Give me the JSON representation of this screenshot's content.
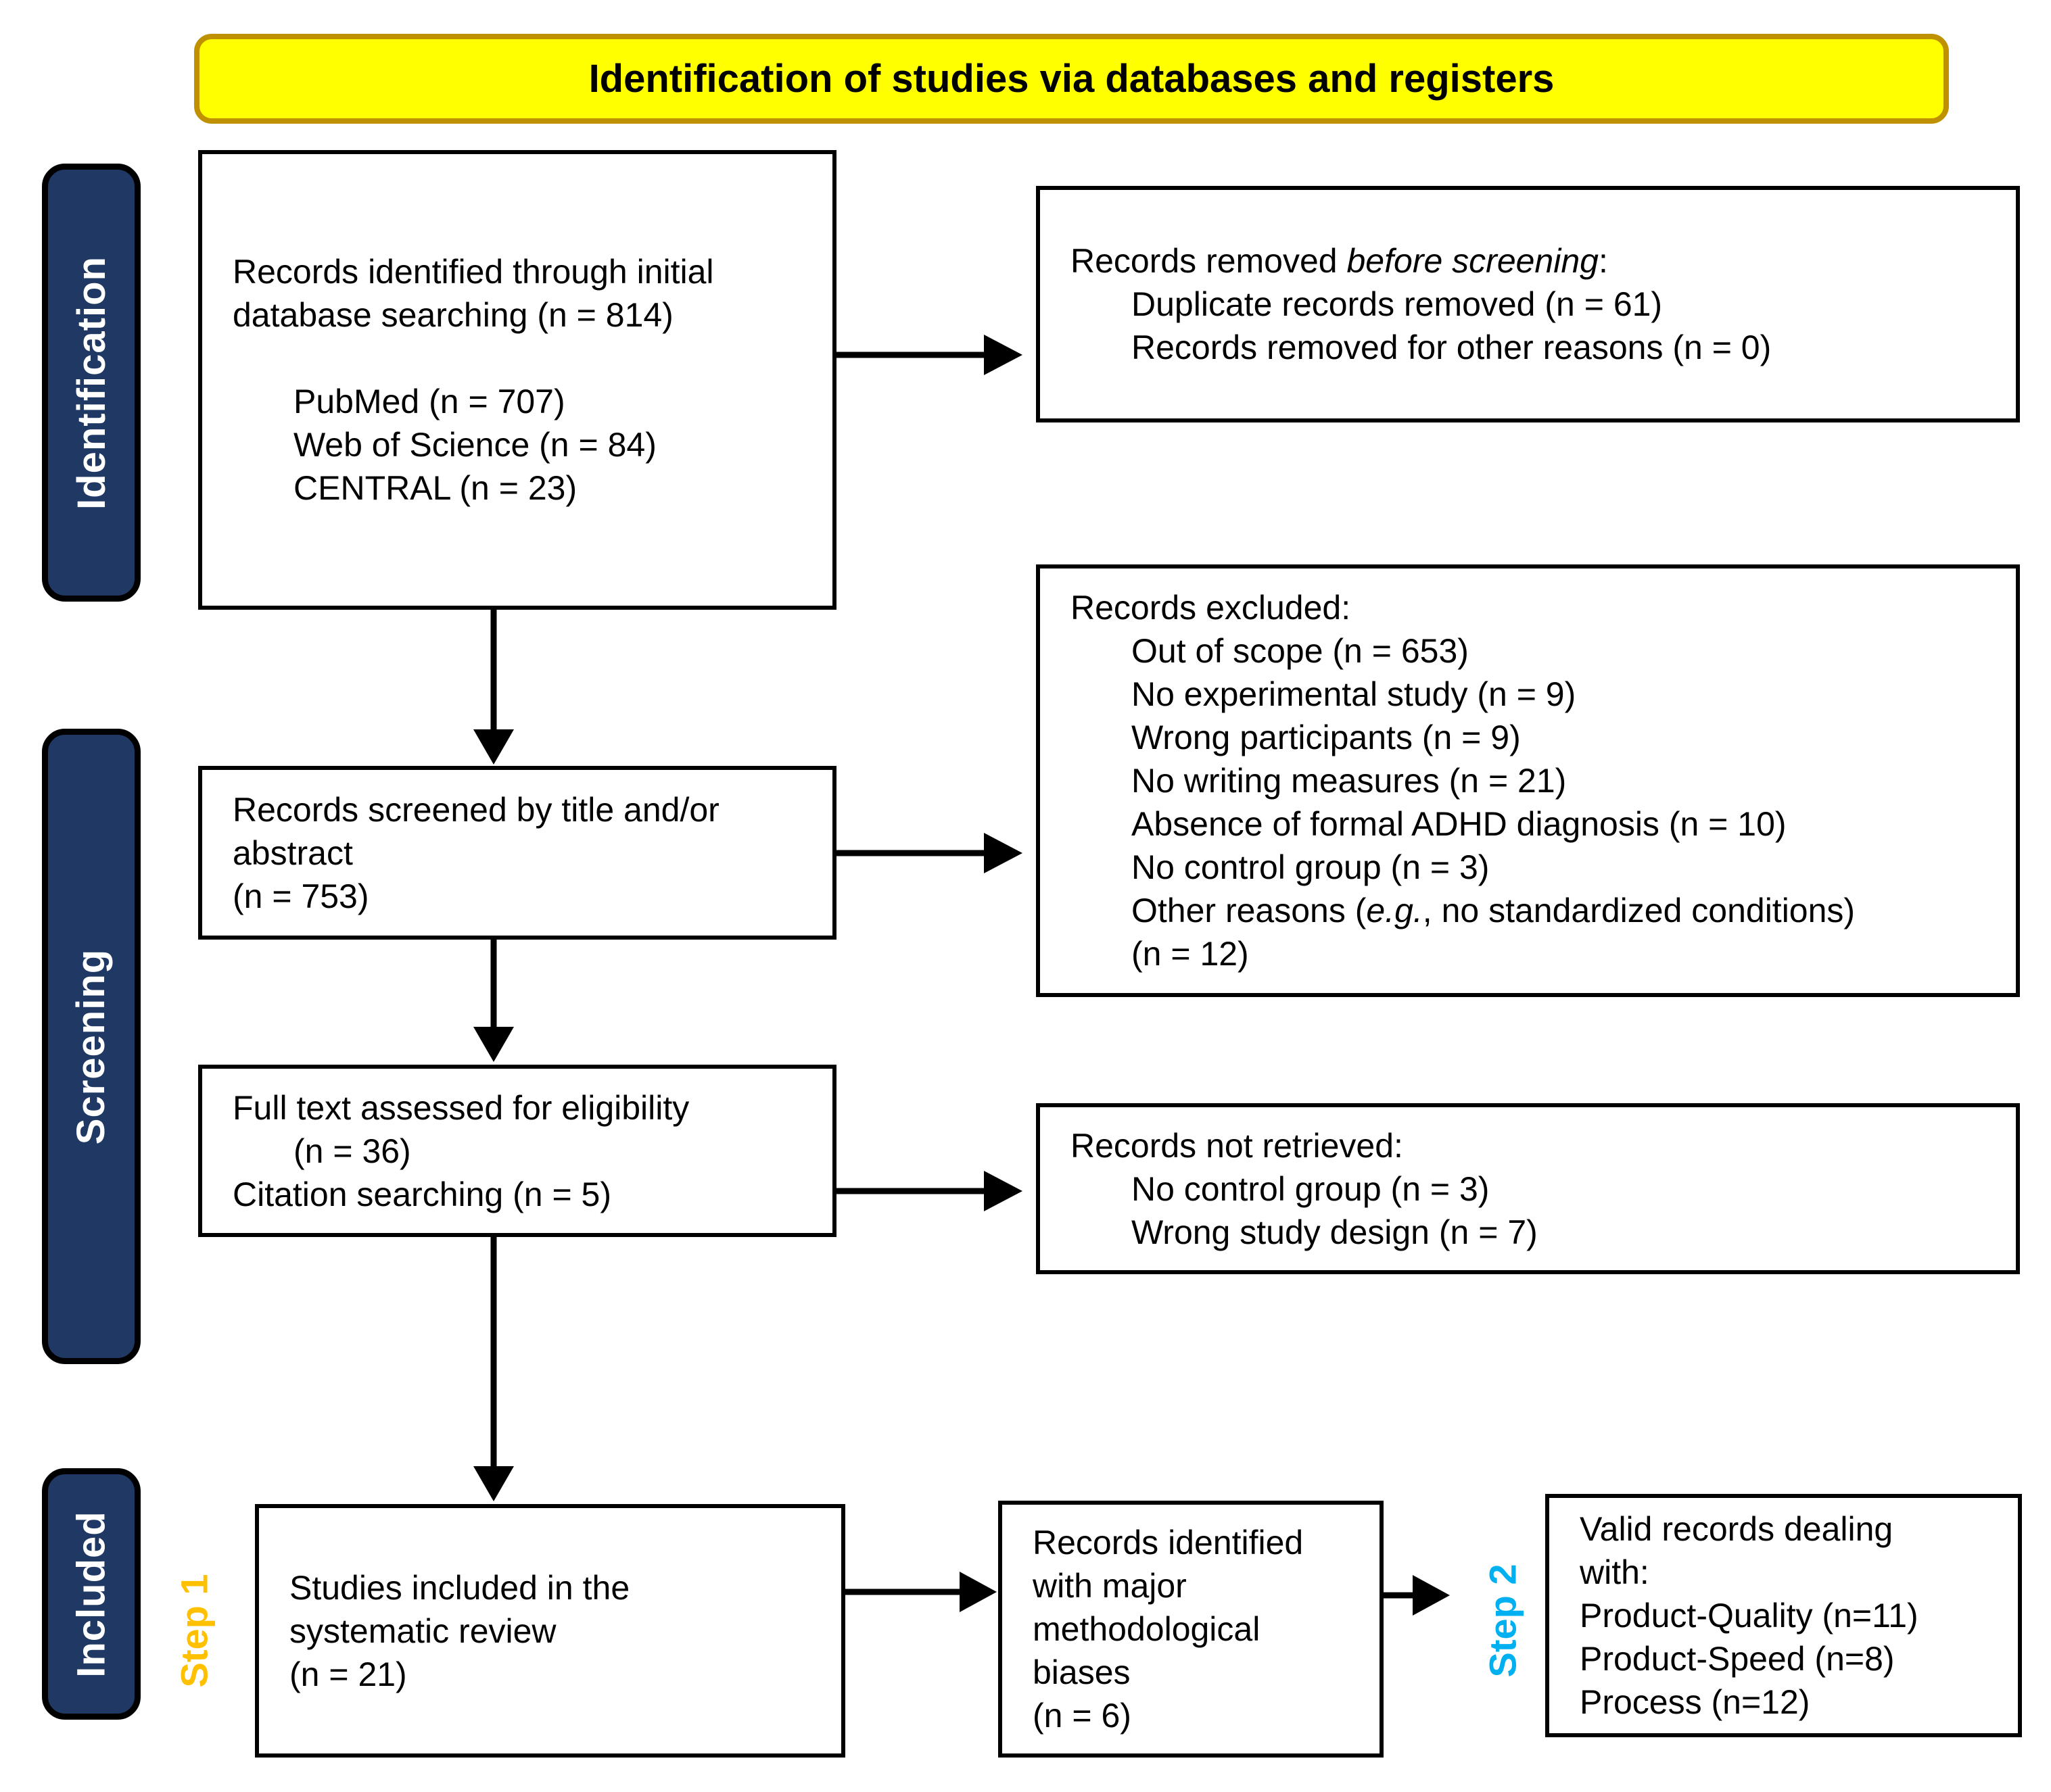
{
  "banner": {
    "label": "Identification of studies via databases and registers"
  },
  "stage_labels": [
    {
      "id": "identification",
      "label": "Identification"
    },
    {
      "id": "screening",
      "label": "Screening"
    },
    {
      "id": "included",
      "label": "Included"
    }
  ],
  "step_labels": [
    {
      "id": "step-1",
      "label": "Step 1"
    },
    {
      "id": "step-2",
      "label": "Step 2"
    }
  ],
  "colors": {
    "banner_fill": "#FFFF00",
    "banner_border": "#BF9000",
    "stage_fill": "#1F3864",
    "step1_text": "#FFC000",
    "step2_text": "#00B0F0",
    "box_border": "#000000"
  },
  "boxes": {
    "records_identified": {
      "lines": [
        {
          "indent": 0,
          "segments": [
            {
              "text": "Records identified through initial"
            }
          ]
        },
        {
          "indent": 0,
          "segments": [
            {
              "text": "database searching (n = 814)"
            }
          ]
        },
        {
          "indent": 0,
          "segments": [
            {
              "text": ""
            }
          ]
        },
        {
          "indent": 1,
          "segments": [
            {
              "text": "PubMed (n = 707)"
            }
          ]
        },
        {
          "indent": 1,
          "segments": [
            {
              "text": "Web of Science (n = 84)"
            }
          ]
        },
        {
          "indent": 1,
          "segments": [
            {
              "text": "CENTRAL (n = 23)"
            }
          ]
        }
      ]
    },
    "removed_before_screening": {
      "lines": [
        {
          "indent": 0,
          "segments": [
            {
              "text": "Records removed "
            },
            {
              "text": "before screening",
              "italic": true
            },
            {
              "text": ":"
            }
          ]
        },
        {
          "indent": 1,
          "segments": [
            {
              "text": "Duplicate records removed (n = 61)"
            }
          ]
        },
        {
          "indent": 1,
          "segments": [
            {
              "text": "Records removed for other reasons (n = 0)"
            }
          ]
        }
      ]
    },
    "records_screened": {
      "lines": [
        {
          "indent": 0,
          "segments": [
            {
              "text": "Records screened by title and/or"
            }
          ]
        },
        {
          "indent": 0,
          "segments": [
            {
              "text": "abstract"
            }
          ]
        },
        {
          "indent": 0,
          "segments": [
            {
              "text": "(n = 753)"
            }
          ]
        }
      ]
    },
    "records_excluded": {
      "lines": [
        {
          "indent": 0,
          "segments": [
            {
              "text": "Records excluded:"
            }
          ]
        },
        {
          "indent": 1,
          "segments": [
            {
              "text": "Out of scope (n = 653)"
            }
          ]
        },
        {
          "indent": 1,
          "segments": [
            {
              "text": "No experimental study (n = 9)"
            }
          ]
        },
        {
          "indent": 1,
          "segments": [
            {
              "text": "Wrong participants (n = 9)"
            }
          ]
        },
        {
          "indent": 1,
          "segments": [
            {
              "text": "No writing measures (n = 21)"
            }
          ]
        },
        {
          "indent": 1,
          "segments": [
            {
              "text": "Absence of formal ADHD diagnosis (n = 10)"
            }
          ]
        },
        {
          "indent": 1,
          "segments": [
            {
              "text": "No control group (n = 3)"
            }
          ]
        },
        {
          "indent": 1,
          "segments": [
            {
              "text": "Other reasons ("
            },
            {
              "text": "e.g.",
              "italic": true
            },
            {
              "text": ", no standardized conditions)"
            }
          ]
        },
        {
          "indent": 1,
          "segments": [
            {
              "text": "(n = 12)"
            }
          ]
        }
      ]
    },
    "full_text": {
      "lines": [
        {
          "indent": 0,
          "segments": [
            {
              "text": "Full text assessed for eligibility"
            }
          ]
        },
        {
          "indent": 1,
          "segments": [
            {
              "text": "(n = 36)"
            }
          ]
        },
        {
          "indent": 0,
          "segments": [
            {
              "text": "Citation searching (n = 5)"
            }
          ]
        }
      ]
    },
    "records_not_retrieved": {
      "lines": [
        {
          "indent": 0,
          "segments": [
            {
              "text": "Records not retrieved:"
            }
          ]
        },
        {
          "indent": 1,
          "segments": [
            {
              "text": "No control group (n = 3)"
            }
          ]
        },
        {
          "indent": 1,
          "segments": [
            {
              "text": "Wrong study design (n = 7)"
            }
          ]
        }
      ]
    },
    "studies_included": {
      "lines": [
        {
          "indent": 0,
          "segments": [
            {
              "text": "Studies included in the"
            }
          ]
        },
        {
          "indent": 0,
          "segments": [
            {
              "text": "systematic review"
            }
          ]
        },
        {
          "indent": 0,
          "segments": [
            {
              "text": "(n = 21)"
            }
          ]
        }
      ]
    },
    "major_biases": {
      "lines": [
        {
          "indent": 0,
          "segments": [
            {
              "text": "Records identified"
            }
          ]
        },
        {
          "indent": 0,
          "segments": [
            {
              "text": "with major"
            }
          ]
        },
        {
          "indent": 0,
          "segments": [
            {
              "text": "methodological"
            }
          ]
        },
        {
          "indent": 0,
          "segments": [
            {
              "text": "biases"
            }
          ]
        },
        {
          "indent": 0,
          "segments": [
            {
              "text": "(n = 6)"
            }
          ]
        }
      ]
    },
    "valid_records": {
      "lines": [
        {
          "indent": 0,
          "segments": [
            {
              "text": "Valid records dealing"
            }
          ]
        },
        {
          "indent": 0,
          "segments": [
            {
              "text": "with:"
            }
          ]
        },
        {
          "indent": 0,
          "segments": [
            {
              "text": "Product-Quality (n=11)"
            }
          ]
        },
        {
          "indent": 0,
          "segments": [
            {
              "text": "Product-Speed (n=8)"
            }
          ]
        },
        {
          "indent": 0,
          "segments": [
            {
              "text": "Process (n=12)"
            }
          ]
        }
      ]
    }
  }
}
